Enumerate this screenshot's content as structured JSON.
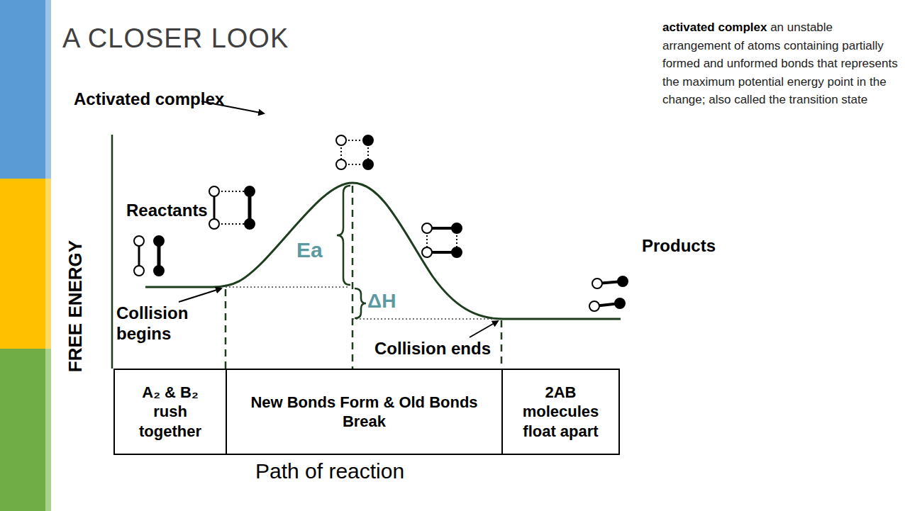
{
  "diagram": {
    "title": "A CLOSER LOOK",
    "nodes": [
      {
        "text": [
          "A₂ & B₂ rush together"
        ]
      },
      {
        "text": [
          "New Bonds Form & Old Bonds Break"
        ]
      },
      {
        "text": [
          "2AB molecules float apart"
        ]
      }
    ],
    "labels": [
      "Activated complex",
      "activated complex",
      "an unstable arrangement of atoms containing partially formed and unformed bonds that represents the maximum potential energy point in the change; also called the transition state",
      "Reactants",
      "Ea",
      "ΔH",
      "Products",
      "Collision begins",
      "Collision ends",
      "FREE ENERGY",
      "Path of reaction"
    ]
  }
}
